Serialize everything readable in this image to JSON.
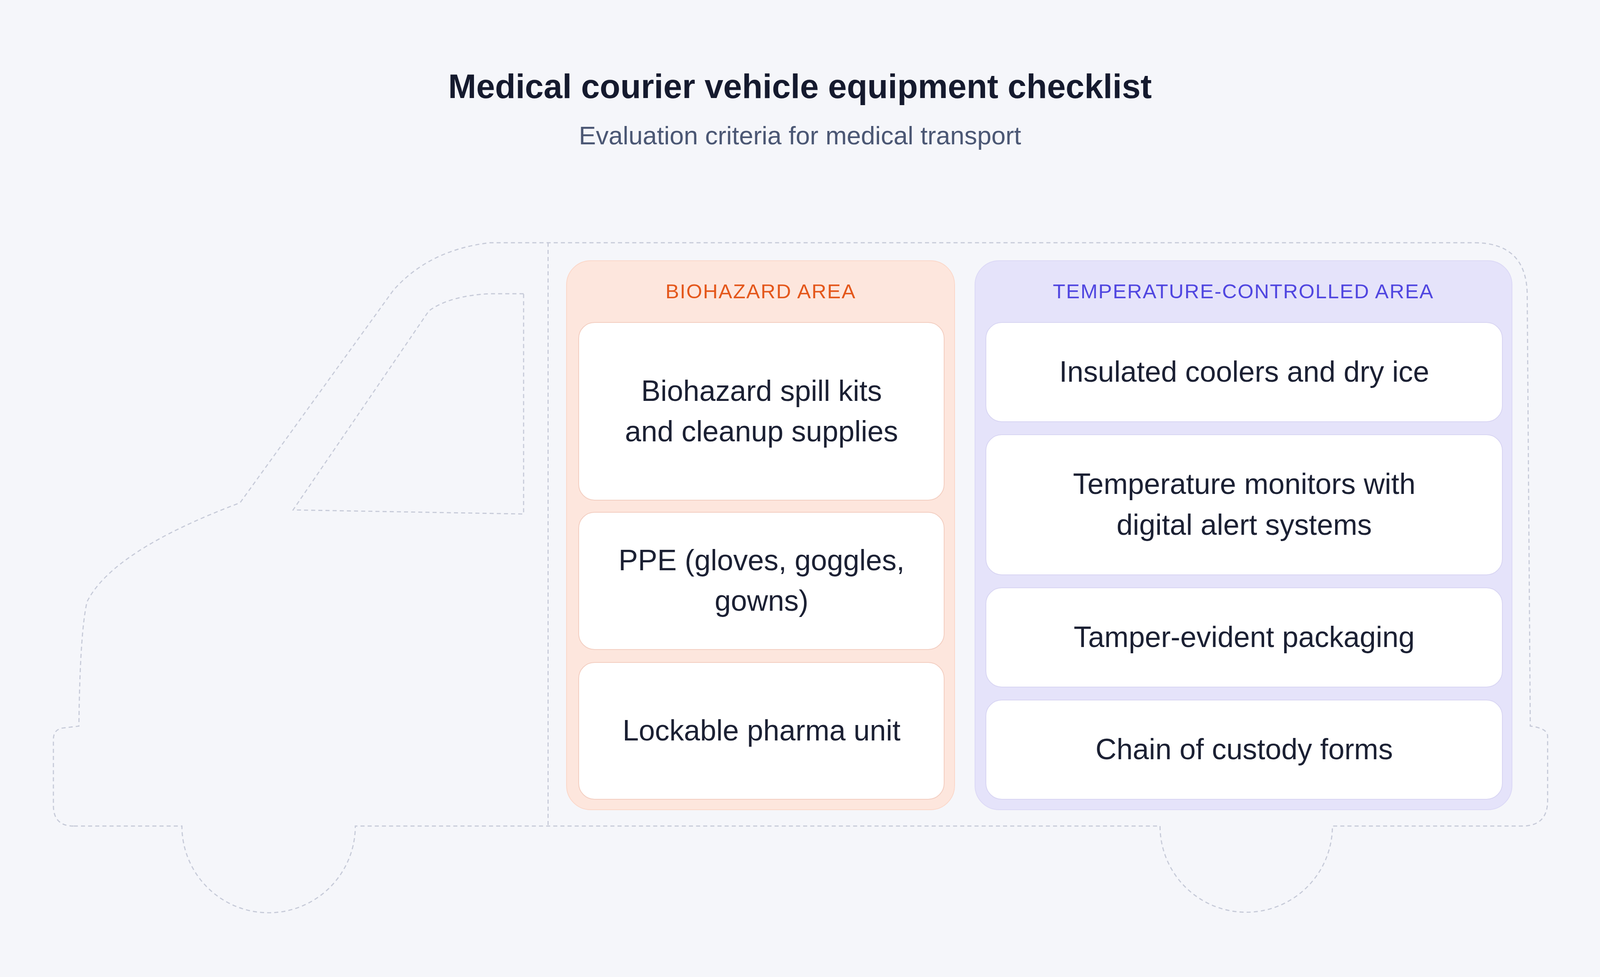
{
  "diagram": {
    "title": "Medical courier vehicle equipment checklist",
    "caption": "Evaluation criteria for medical transport",
    "nodes": [
      {
        "text": [
          "BIOHAZARD AREA"
        ]
      },
      {
        "text": [
          "Biohazard spill kits and cleanup supplies"
        ],
        "in": 0
      },
      {
        "text": [
          "PPE (gloves, goggles, gowns)"
        ],
        "in": 0
      },
      {
        "text": [
          "Lockable pharma unit"
        ],
        "in": 0
      },
      {
        "text": [
          "TEMPERATURE-CONTROLLED AREA"
        ]
      },
      {
        "text": [
          "Insulated coolers and dry ice"
        ],
        "in": 4
      },
      {
        "text": [
          "Temperature monitors with digital alert systems"
        ],
        "in": 4
      },
      {
        "text": [
          "Tamper-evident packaging"
        ],
        "in": 4
      },
      {
        "text": [
          "Chain of custody forms"
        ],
        "in": 4
      }
    ]
  }
}
